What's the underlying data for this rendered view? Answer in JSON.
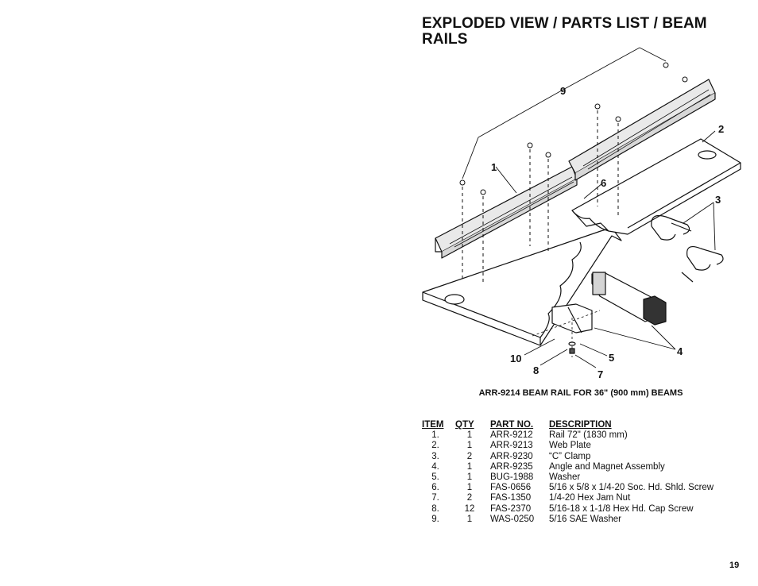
{
  "page": {
    "title": "EXPLODED VIEW / PARTS LIST / BEAM RAILS",
    "caption": "ARR-9214 BEAM RAIL FOR 36\" (900 mm) BEAMS",
    "page_number": "19"
  },
  "diagram": {
    "callouts": [
      "9",
      "2",
      "1",
      "6",
      "3",
      "4",
      "10",
      "5",
      "8",
      "7"
    ]
  },
  "parts_table": {
    "headers": [
      "ITEM",
      "QTY",
      "PART NO.",
      "DESCRIPTION"
    ],
    "rows": [
      [
        "1.",
        "1",
        "ARR-9212",
        "Rail 72\" (1830 mm)"
      ],
      [
        "2.",
        "1",
        "ARR-9213",
        "Web Plate"
      ],
      [
        "3.",
        "2",
        "ARR-9230",
        "“C” Clamp"
      ],
      [
        "4.",
        "1",
        "ARR-9235",
        "Angle and Magnet Assembly"
      ],
      [
        "5.",
        "1",
        "BUG-1988",
        "Washer"
      ],
      [
        "6.",
        "1",
        "FAS-0656",
        "5/16 x 5/8 x 1/4-20 Soc. Hd. Shld. Screw"
      ],
      [
        "7.",
        "2",
        "FAS-1350",
        "1/4-20 Hex Jam Nut"
      ],
      [
        "8.",
        "12",
        "FAS-2370",
        "5/16-18 x 1-1/8 Hex Hd. Cap Screw"
      ],
      [
        "9.",
        "1",
        "WAS-0250",
        "5/16 SAE Washer"
      ]
    ]
  }
}
